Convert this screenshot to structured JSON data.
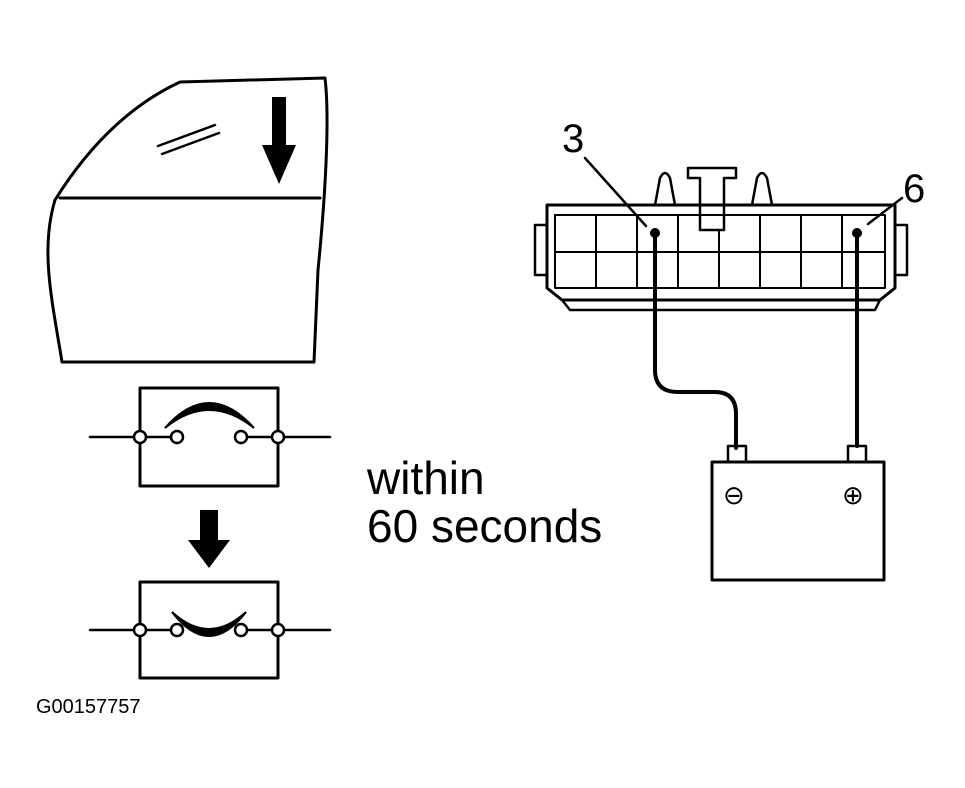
{
  "annotation": {
    "line1": "within",
    "line2": "60 seconds"
  },
  "connector": {
    "pin_left_label": "3",
    "pin_right_label": "6"
  },
  "battery": {
    "negative_symbol": "⊖",
    "positive_symbol": "⊕"
  },
  "figure_id": "G00157757",
  "window_direction": "down",
  "switch_states": [
    "open",
    "closed"
  ]
}
